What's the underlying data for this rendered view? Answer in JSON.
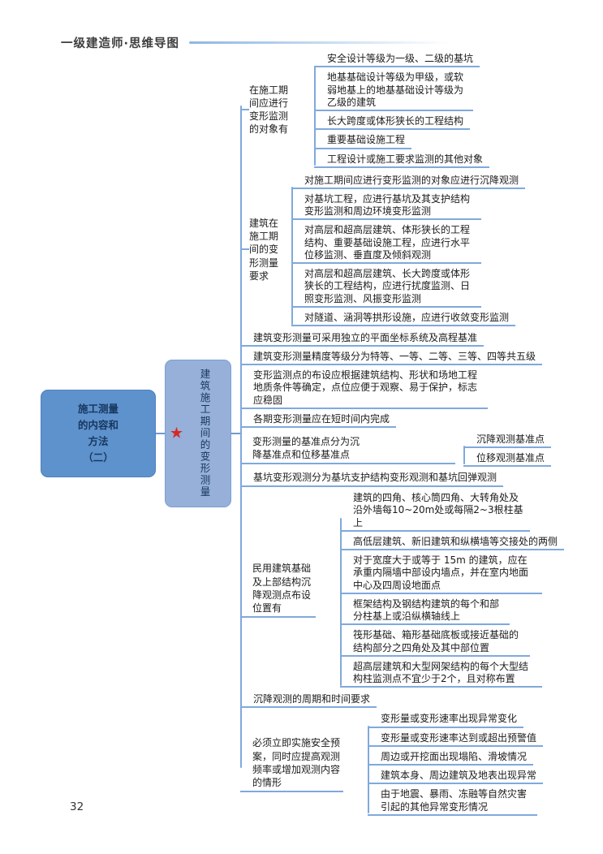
{
  "header": {
    "title": "一级建造师·思维导图"
  },
  "footer": {
    "page_number": "32"
  },
  "colors": {
    "root_fill": "#5e92cd",
    "level1_fill": "#96b0d9",
    "line": "#7fa9dc",
    "node_text": "#17375e",
    "star": "#d42a26"
  },
  "mindmap": {
    "root": {
      "label": "施工测量的内容和方法（二）",
      "lines": [
        "施工测量",
        "的内容和",
        "方法",
        "（二）"
      ]
    },
    "level1": {
      "label": "建筑施工期间的变形测量",
      "star": "★"
    },
    "branches": [
      {
        "label": "在施工期间应进行变形监测的对象有",
        "children": [
          "安全设计等级为一级、二级的基坑",
          "地基基础设计等级为甲级，或软弱地基上的地基基础设计等级为乙级的建筑",
          "长大跨度或体形狭长的工程结构",
          "重要基础设施工程",
          "工程设计或施工要求监测的其他对象"
        ]
      },
      {
        "label": "建筑在施工期间的变形测量要求",
        "children": [
          "对施工期间应进行变形监测的对象应进行沉降观测",
          "对基坑工程，应进行基坑及其支护结构变形监测和周边环境变形监测",
          "对高层和超高层建筑、体形狭长的工程结构、重要基础设施工程，应进行水平位移监测、垂直度及倾斜观测",
          "对高层和超高层建筑、长大跨度或体形狭长的工程结构，应进行扰度监测、日照变形监测、风振变形监测",
          "对隧道、涵洞等拱形设施，应进行收敛变形监测"
        ]
      },
      {
        "label": "建筑变形测量可采用独立的平面坐标系统及高程基准"
      },
      {
        "label": "建筑变形测量精度等级分为特等、一等、二等、三等、四等共五级"
      },
      {
        "label": "变形监测点的布设应根据建筑结构、形状和场地工程地质条件等确定，点位应便于观察、易于保护，标志应稳固"
      },
      {
        "label": "各期变形测量应在短时间内完成"
      },
      {
        "label": "变形测量的基准点分为沉降基准点和位移基准点",
        "children": [
          "沉降观测基准点",
          "位移观测基准点"
        ]
      },
      {
        "label": "基坑变形观测分为基坑支护结构变形观测和基坑回弹观测"
      },
      {
        "label": "民用建筑基础及上部结构沉降观测点布设位置有",
        "children": [
          "建筑的四角、核心筒四角、大转角处及沿外墙每10~20m处或每隔2~3根柱基上",
          "高低层建筑、新旧建筑和纵横墙等交接处的两侧",
          "对于宽度大于或等于 15m 的建筑，应在承重内隔墙中部设内墙点，并在室内地面中心及四周设地面点",
          "框架结构及钢结构建筑的每个和部分柱基上或沿纵横轴线上",
          "筏形基础、箱形基础底板或接近基础的结构部分之四角处及其中部位置",
          "超高层建筑和大型网架结构的每个大型结构柱监测点不宜少于2个，且对称布置"
        ]
      },
      {
        "label": "沉降观测的周期和时间要求"
      },
      {
        "label": "必须立即实施安全预案，同时应提高观测频率或增加观测内容的情形",
        "children": [
          "变形量或变形速率出现异常变化",
          "变形量或变形速率达到或超出预警值",
          "周边或开挖面出现塌陷、滑坡情况",
          "建筑本身、周边建筑及地表出现异常",
          "由于地震、暴雨、冻融等自然灾害引起的其他异常变形情况"
        ]
      }
    ]
  }
}
